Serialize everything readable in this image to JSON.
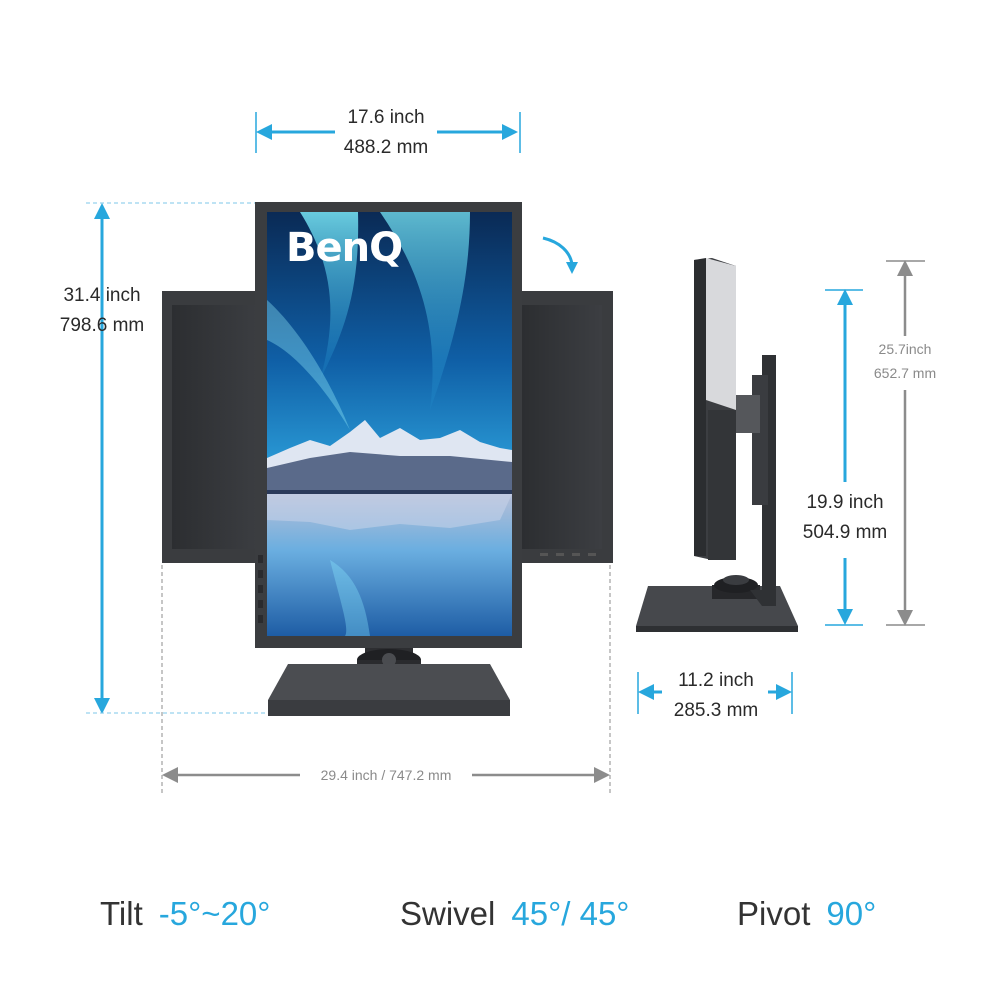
{
  "brand": {
    "logo_text": "BenQ"
  },
  "colors": {
    "accent_blue": "#27a7dd",
    "gray_arrow": "#8c8c8c",
    "monitor_body": "#3c3e41",
    "stand_base": "#45474b"
  },
  "icons": {
    "pivot_rotation": "curved-arrow-icon"
  },
  "dimensions": {
    "panel_width": {
      "imperial": "17.6 inch",
      "metric": "488.2 mm"
    },
    "max_height": {
      "imperial": "31.4 inch",
      "metric": "798.6 mm"
    },
    "swivel_width": {
      "label": "29.4 inch / 747.2 mm"
    },
    "side_total_height": {
      "imperial": "25.7inch",
      "metric": "652.7 mm"
    },
    "side_height_adjust": {
      "imperial": "19.9 inch",
      "metric": "504.9 mm"
    },
    "base_depth": {
      "imperial": "11.2 inch",
      "metric": "285.3 mm"
    }
  },
  "specs": [
    {
      "label": "Tilt",
      "value": "-5°~20°"
    },
    {
      "label": "Swivel",
      "value": "45°/ 45°"
    },
    {
      "label": "Pivot",
      "value": "90°"
    }
  ]
}
